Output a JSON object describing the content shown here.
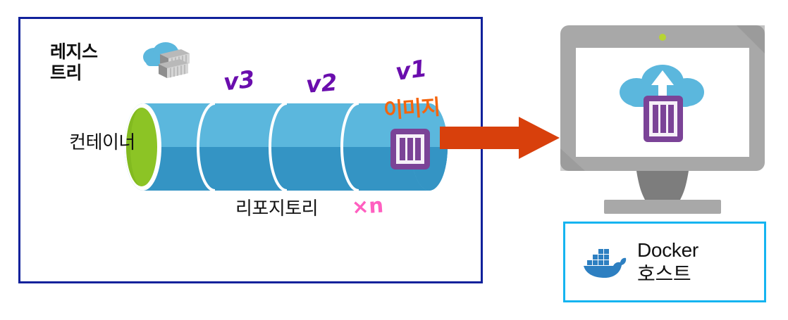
{
  "registry": {
    "title": "레지스\n트리",
    "border_color": "#10219b",
    "cloud_icon": "cloud-containers-icon",
    "repository_label": "리포지토리",
    "repository_multiplier": "×n",
    "version_annotations": [
      {
        "name": "v3",
        "label": "v3",
        "color": "#6a0dad"
      },
      {
        "name": "v2",
        "label": "v2",
        "color": "#6a0dad"
      },
      {
        "name": "v1",
        "label": "v1",
        "color": "#6a0dad"
      }
    ],
    "image_annotation": {
      "label": "이미지",
      "color": "#f4650e"
    },
    "multiplier_color": "#ff5fc0",
    "cylinder": {
      "name": "repository-cylinder",
      "segments": 4,
      "cap_color": "#8cc425",
      "body_top_color": "#5bb7dd",
      "body_bottom_color": "#3494c4",
      "image_icon": "container-image-icon"
    }
  },
  "arrow": {
    "name": "pull-arrow",
    "color": "#d8400c",
    "direction": "right"
  },
  "host": {
    "monitor": {
      "name": "monitor",
      "frame_color": "#a8a8a8",
      "screen_label": "컨테이너",
      "webcam_color": "#b7d433",
      "screen_icon": "cloud-upload-container-icon"
    },
    "docker_box": {
      "border_color": "#15b4f0",
      "logo_icon": "docker-whale-icon",
      "label": "Docker\n호스트",
      "logo_color": "#2d7fc1"
    }
  }
}
